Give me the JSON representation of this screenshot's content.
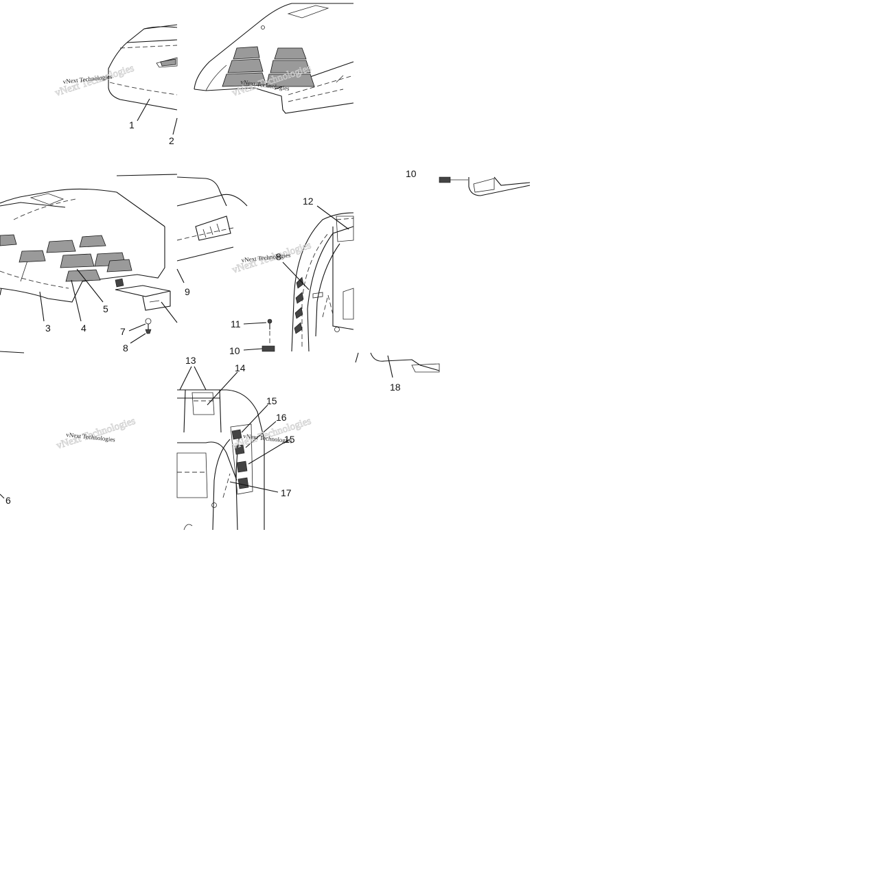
{
  "diagram": {
    "watermark": "vNext Technologies",
    "callouts": [
      "1",
      "2",
      "3",
      "4",
      "5",
      "6",
      "7",
      "8",
      "9",
      "10",
      "11",
      "12",
      "13",
      "14",
      "15",
      "16",
      "17",
      "18"
    ],
    "partial_callouts": {
      "top_right_fragment": "10",
      "inset_fragment": "15"
    }
  }
}
